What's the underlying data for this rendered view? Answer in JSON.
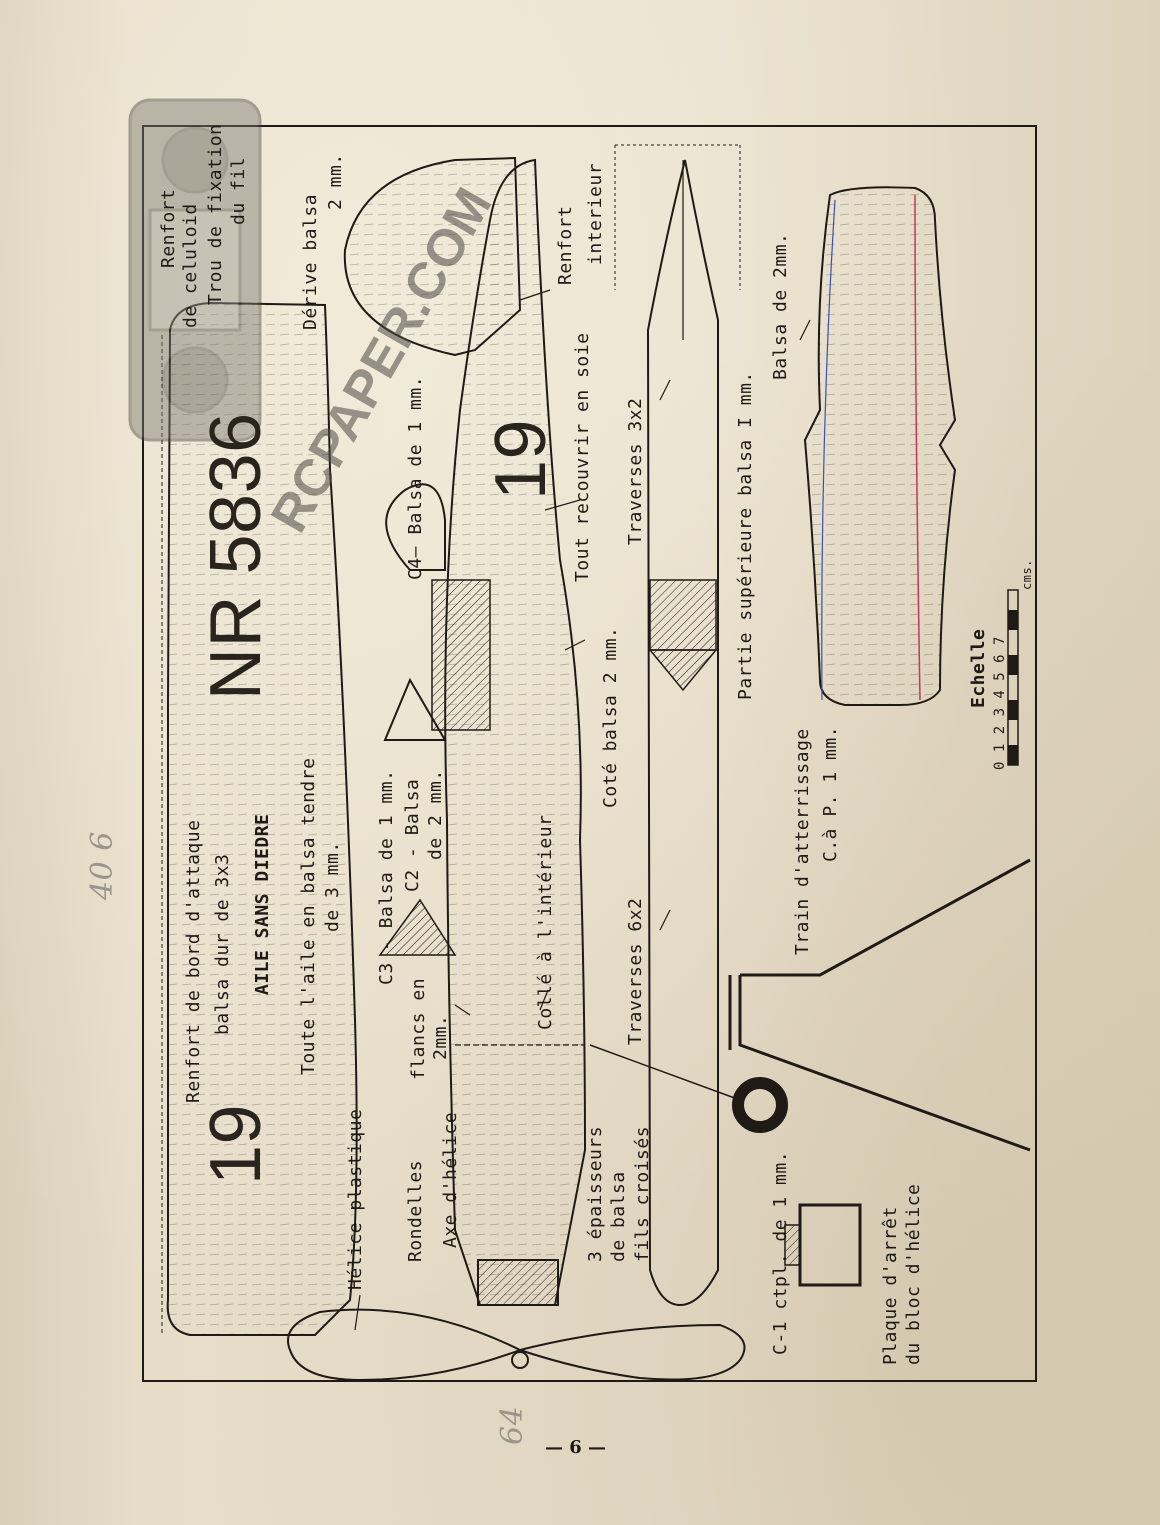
{
  "plan": {
    "registration": "NR 5836",
    "wing_number": "19",
    "fuselage_number": "19",
    "page_number": "— 6 —",
    "watermark": "RCPAPER.COM",
    "handwritten": {
      "top": "40 6",
      "bottom": "64"
    }
  },
  "labels": {
    "renfort_celluloid": "Renfort",
    "renfort_celluloid_2": "de celuloid",
    "trou_fixation": "Trou de fixation",
    "du_fil": "du fil",
    "derive": "Dérive balsa",
    "derive_2": "2 mm.",
    "renfort_interieur": "Renfort",
    "renfort_interieur_2": "interieur",
    "recouvrir": "Tout recouvrir en soie",
    "traverses_3x2": "Traverses 3x2",
    "balsa_2mm": "Balsa de 2mm.",
    "balsa_1mm_c4": "C4— Balsa de 1 mm.",
    "cote_balsa": "Coté balsa 2 mm.",
    "partie_superieure": "Partie supérieure balsa I mm.",
    "renfort_bord": "Renfort de bord d'attaque",
    "balsa_dur": "balsa dur de 3x3",
    "aile_sans_diedre": "AILE SANS DIEDRE",
    "toute_aile": "Toute l'aile en balsa tendre",
    "toute_aile_2": "de 3 mm.",
    "c3": "C3 - Balsa de 1 mm.",
    "c2": "C2 - Balsa",
    "c2_2": "de 2 mm.",
    "flancs": "flancs en",
    "flancs_2": "2mm.",
    "colle": "Collé à l'intérieur",
    "traverses_6x2": "Traverses 6x2",
    "train": "Train d'atterrissage",
    "train_2": "C.à P. 1 mm.",
    "echelle": "Echelle",
    "scale_numbers": "0 1 2 3 4 5 6 7",
    "cms": "cms.",
    "helice": "Hélice plastique",
    "rondelles": "Rondelles",
    "axe": "Axe d'hélice",
    "epaisseurs": "3 épaisseurs",
    "epaisseurs_2": "de balsa",
    "epaisseurs_3": "fils croisés",
    "c1": "C-1 ctpl. de 1 mm.",
    "plaque": "Plaque d'arrêt",
    "plaque_2": "du bloc d'hélice"
  },
  "colors": {
    "ink": "#1f1a15",
    "paper": "#e3dac6",
    "pencil": "#9a958b",
    "red_pencil": "#c0395a",
    "blue_pencil": "#3a4fb0"
  }
}
